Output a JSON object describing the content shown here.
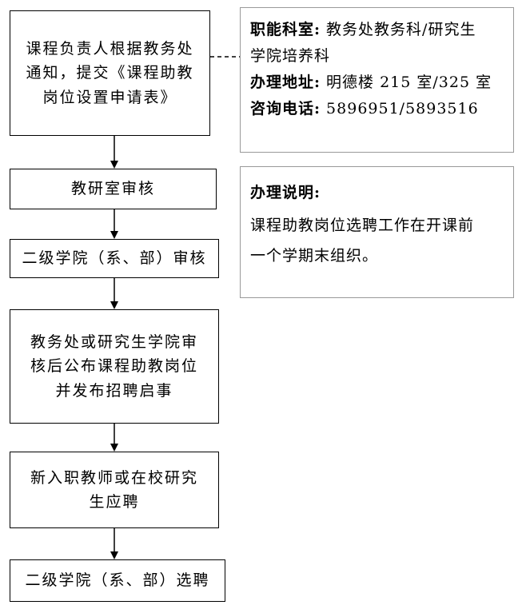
{
  "flow": {
    "steps": [
      {
        "lines": [
          "课程负责人根据教务处",
          "通知，提交《课程助教",
          "岗位设置申请表》"
        ]
      },
      {
        "lines": [
          "教研室审核"
        ]
      },
      {
        "lines": [
          "二级学院（系、部）审核"
        ]
      },
      {
        "lines": [
          "教务处或研究生学院审",
          "核后公布课程助教岗位",
          "并发布招聘启事"
        ]
      },
      {
        "lines": [
          "新入职教师或在校研究",
          "生应聘"
        ]
      },
      {
        "lines": [
          "二级学院（系、部）选聘"
        ]
      }
    ]
  },
  "contact": {
    "office_label": "职能科室:",
    "office_value_line1": " 教务处教务科/研究生",
    "office_value_line2": "学院培养科",
    "address_label": "办理地址:",
    "address_value": " 明德楼 215 室/325 室",
    "phone_label": "咨询电话:",
    "phone_value": "  5896951/5893516"
  },
  "notes": {
    "title": "办理说明:",
    "line1": "课程助教岗位选聘工作在开课前",
    "line2": "一个学期末组织。"
  }
}
